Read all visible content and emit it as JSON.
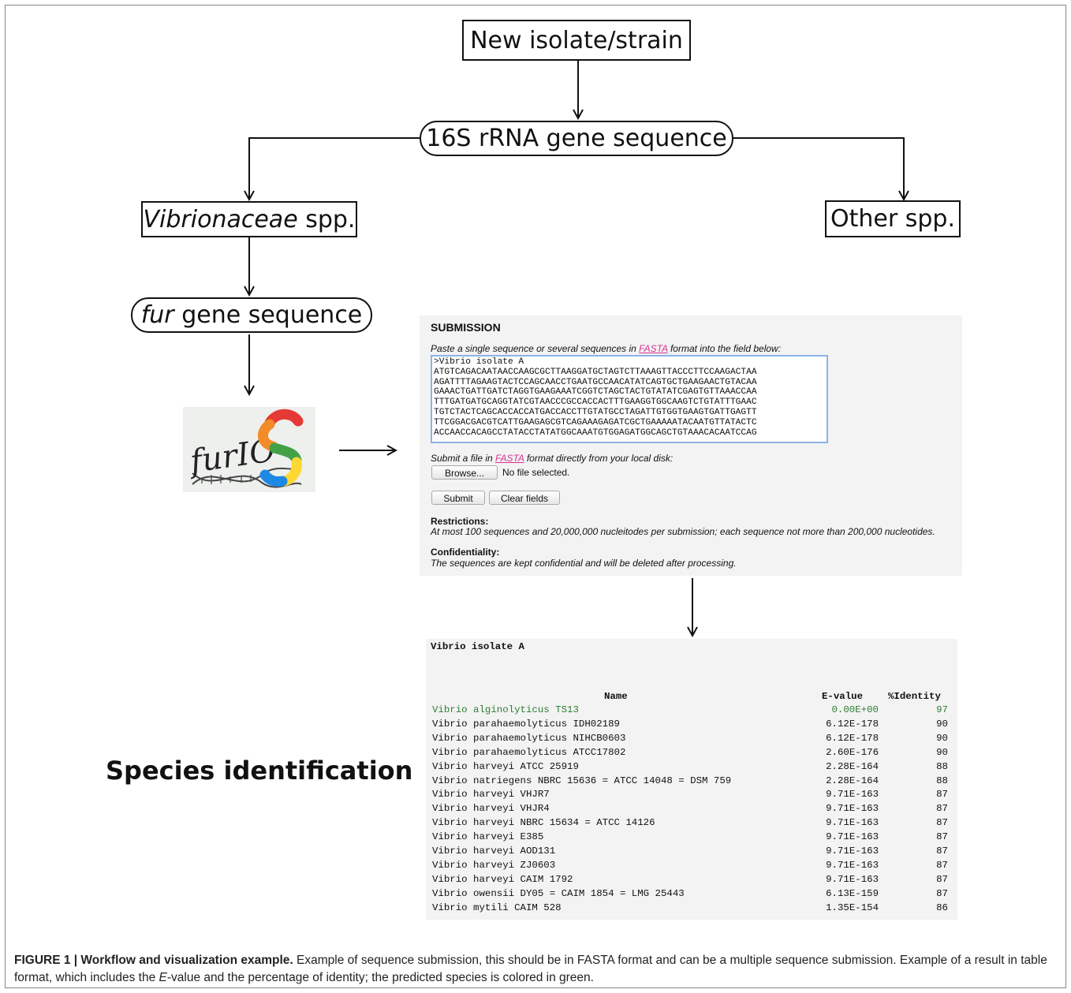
{
  "flow": {
    "new_isolate": "New isolate/strain",
    "rrna": "16S rRNA gene sequence",
    "vibrio_italic": "Vibrionaceae",
    "vibrio_rest": " spp.",
    "other": "Other spp.",
    "fur_italic": "fur",
    "fur_rest": " gene sequence",
    "species_identification": "Species identification"
  },
  "logo": {
    "text": "furIO",
    "colors": [
      "#e53935",
      "#f28c28",
      "#43a047",
      "#fdd835",
      "#1e88e5"
    ]
  },
  "submission": {
    "heading": "SUBMISSION",
    "paste_pre": "Paste a single sequence or several sequences in ",
    "fasta_link": "FASTA",
    "paste_post": " format into the field below:",
    "sequence": ">Vibrio isolate A\nATGTCAGACAATAACCAAGCGCTTAAGGATGCTAGTCTTAAAGTTACCCTTCCAAGACTAA\nAGATTTTAGAAGTACTCCAGCAACCTGAATGCCAACATATCAGTGCTGAAGAACTGTACAA\nGAAACTGATTGATCTAGGTGAAGAAATCGGTCTAGCTACTGTATATCGAGTGTTAAACCAA\nTTTGATGATGCAGGTATCGTAACCCGCCACCACTTTGAAGGTGGCAAGTCTGTATTTGAAC\nTGTCTACTCAGCACCACCATGACCACCTTGTATGCCTAGATTGTGGTGAAGTGATTGAGTT\nTTCGGACGACGTCATTGAAGAGCGTCAGAAAGAGATCGCTGAAAAATACAATGTTATACTC\nACCAACCACAGCCTATACCTATATGGCAAATGTGGAGATGGCAGCTGTAAACACAATCCAG",
    "file_pre": "Submit a file in ",
    "file_link": "FASTA",
    "file_post": " format directly from your local disk:",
    "browse": "Browse...",
    "no_file": "No file selected.",
    "submit": "Submit",
    "clear": "Clear fields",
    "restrictions_title": "Restrictions:",
    "restrictions_text": "At most 100 sequences and 20,000,000 nucleitodes per submission; each sequence not more than 200,000 nucleotides.",
    "confidentiality_title": "Confidentiality:",
    "confidentiality_text": "The sequences are kept confidential and will be deleted after processing."
  },
  "results": {
    "title": "Vibrio isolate A",
    "headers": {
      "name": "Name",
      "evalue": "E-value",
      "identity": "%Identity"
    },
    "rows": [
      {
        "name": "Vibrio alginolyticus TS13",
        "evalue": "0.00E+00",
        "identity": "97"
      },
      {
        "name": "Vibrio parahaemolyticus IDH02189",
        "evalue": "6.12E-178",
        "identity": "90"
      },
      {
        "name": "Vibrio parahaemolyticus NIHCB0603",
        "evalue": "6.12E-178",
        "identity": "90"
      },
      {
        "name": "Vibrio parahaemolyticus ATCC17802",
        "evalue": "2.60E-176",
        "identity": "90"
      },
      {
        "name": "Vibrio harveyi ATCC 25919",
        "evalue": "2.28E-164",
        "identity": "88"
      },
      {
        "name": "Vibrio natriegens NBRC 15636 = ATCC 14048 = DSM 759",
        "evalue": "2.28E-164",
        "identity": "88"
      },
      {
        "name": "Vibrio harveyi VHJR7",
        "evalue": "9.71E-163",
        "identity": "87"
      },
      {
        "name": "Vibrio harveyi VHJR4",
        "evalue": "9.71E-163",
        "identity": "87"
      },
      {
        "name": "Vibrio harveyi NBRC 15634 = ATCC 14126",
        "evalue": "9.71E-163",
        "identity": "87"
      },
      {
        "name": "Vibrio harveyi E385",
        "evalue": "9.71E-163",
        "identity": "87"
      },
      {
        "name": "Vibrio harveyi AOD131",
        "evalue": "9.71E-163",
        "identity": "87"
      },
      {
        "name": "Vibrio harveyi ZJ0603",
        "evalue": "9.71E-163",
        "identity": "87"
      },
      {
        "name": "Vibrio harveyi CAIM 1792",
        "evalue": "9.71E-163",
        "identity": "87"
      },
      {
        "name": "Vibrio owensii DY05 = CAIM 1854 = LMG 25443",
        "evalue": "6.13E-159",
        "identity": "87"
      },
      {
        "name": "Vibrio mytili CAIM 528",
        "evalue": "1.35E-154",
        "identity": "86"
      }
    ],
    "highlight_color": "#2e7d32"
  },
  "caption": {
    "label": "FIGURE 1 | Workflow and visualization example.",
    "text1": " Example of sequence submission, this should be in FASTA format and can be a multiple sequence submission. Example of a result in table format, which includes the ",
    "evalue_italic": "E",
    "text2": "-value and the percentage of identity; the predicted species is colored in green."
  }
}
